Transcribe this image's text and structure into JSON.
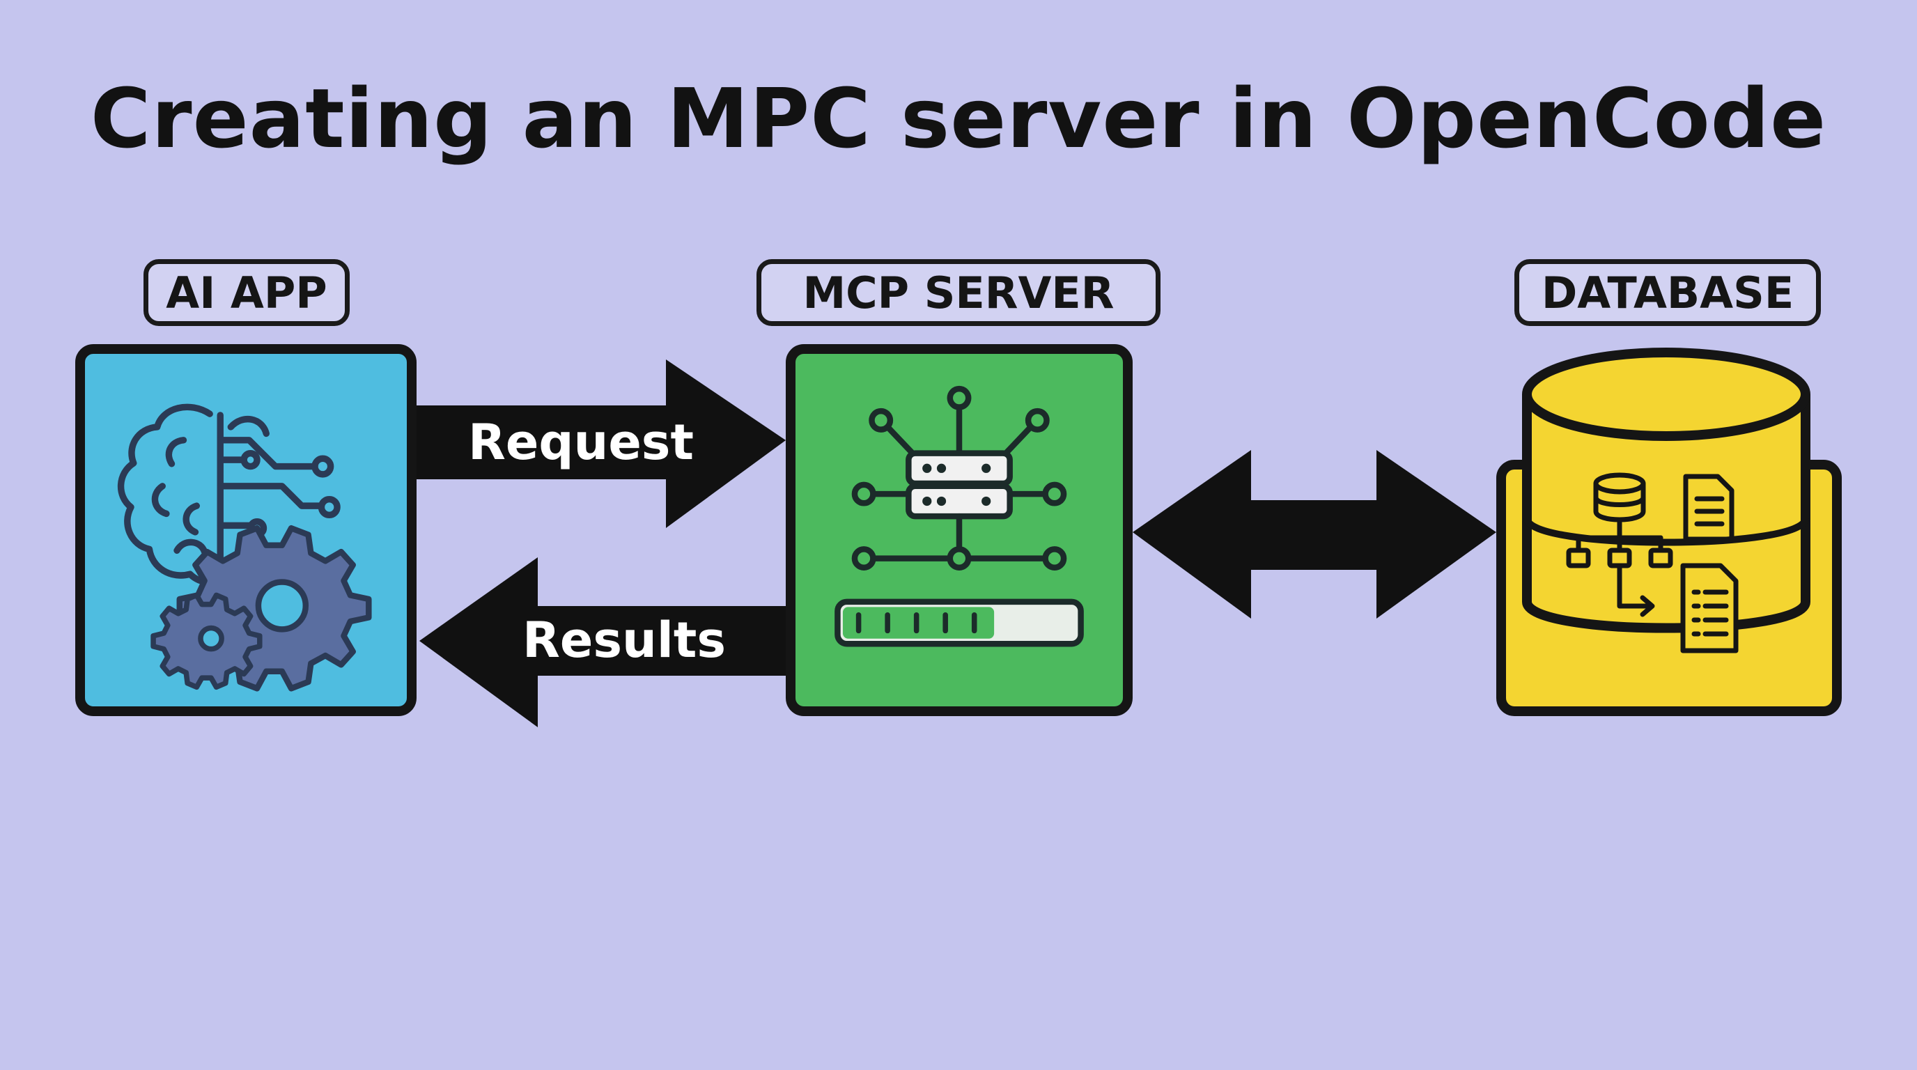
{
  "title": "Creating an MPC server in OpenCode",
  "nodes": {
    "ai_app": {
      "label": "AI APP",
      "color": "#4fbde0"
    },
    "mcp_server": {
      "label": "MCP SERVER",
      "color": "#4cba5e"
    },
    "database": {
      "label": "DATABASE",
      "color": "#f4d531"
    }
  },
  "edges": {
    "request": "Request",
    "results": "Results"
  },
  "progress": 0.65,
  "colors": {
    "background": "#c5c5ee",
    "outline": "#151515",
    "icon": "#2b3a55"
  }
}
